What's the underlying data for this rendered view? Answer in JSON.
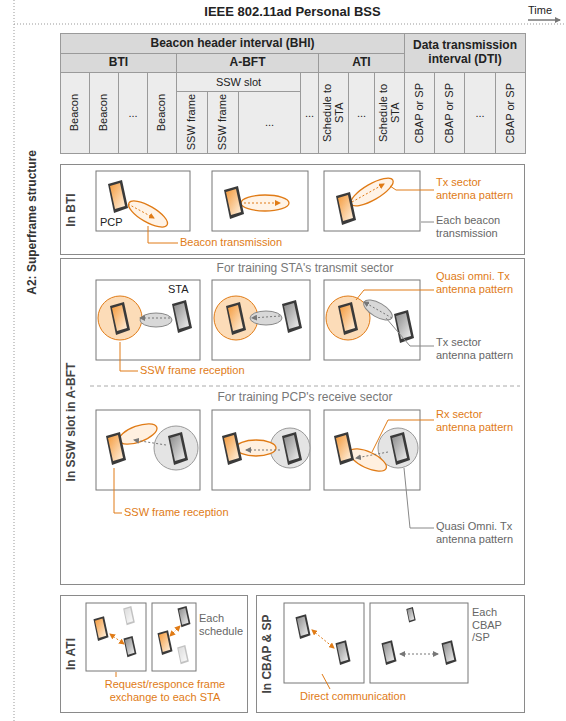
{
  "diagram": {
    "title": "IEEE 802.11ad Personal BSS",
    "nodes": [
      {
        "text": [
          "In BTI"
        ]
      },
      {
        "text": [
          "In SSW slot in A-BFT"
        ]
      },
      {
        "text": [
          "In ATI"
        ]
      },
      {
        "text": [
          "In CBAP & SP"
        ]
      }
    ],
    "labels": [
      "Beacon header interval (BHI)",
      "Data transmission interval (DTI)",
      "BTI",
      "A-BFT",
      "ATI",
      "Beacon",
      "Beacon",
      "...",
      "Beacon",
      "SSW slot",
      "...",
      "SSW frame",
      "SSW frame",
      "...",
      "Schedule to STA",
      "...",
      "Schedule to STA",
      "CBAP or SP",
      "CBAP or SP",
      "...",
      "CBAP or SP",
      "Time",
      "A2: Superframe structure",
      "PCP",
      "Beacon transmission",
      "Tx sector antenna pattern",
      "Each beacon transmission",
      "For training STA's transmit sector",
      "STA",
      "Quasi omni. Tx antenna pattern",
      "SSW frame reception",
      "Tx sector antenna pattern",
      "For training PCP's receive sector",
      "Rx sector antenna pattern",
      "SSW frame reception",
      "Quasi Omni. Tx antenna pattern",
      "Each schedule",
      "Request/responce frame exchange to each STA",
      "Each CBAP /SP",
      "Direct communication"
    ]
  }
}
